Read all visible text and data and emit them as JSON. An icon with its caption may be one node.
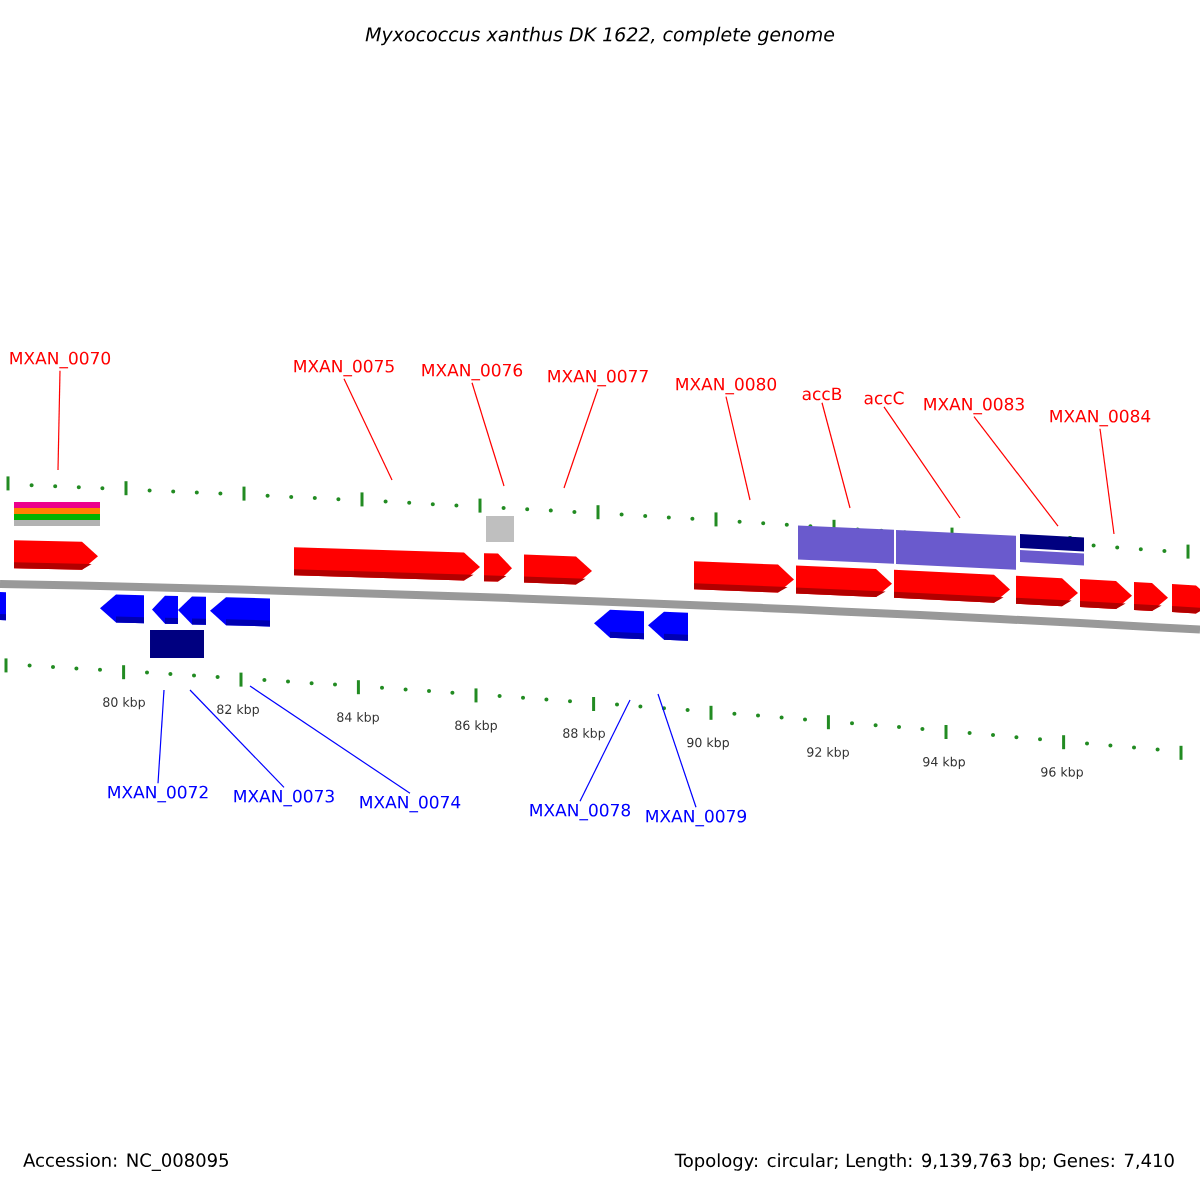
{
  "diagram": {
    "title": "Myxococcus xanthus DK 1622, complete genome",
    "nodes": [
      {
        "text": [
          "MXAN_0070"
        ]
      },
      {
        "text": [
          "MXAN_0075"
        ]
      },
      {
        "text": [
          "MXAN_0076"
        ]
      },
      {
        "text": [
          "MXAN_0077"
        ]
      },
      {
        "text": [
          "MXAN_0080"
        ]
      },
      {
        "text": [
          "accB"
        ]
      },
      {
        "text": [
          "accC"
        ]
      },
      {
        "text": [
          "MXAN_0083"
        ]
      },
      {
        "text": [
          "MXAN_0084"
        ]
      },
      {
        "text": [
          "MXAN_0072"
        ]
      },
      {
        "text": [
          "MXAN_0073"
        ]
      },
      {
        "text": [
          "MXAN_0074"
        ]
      },
      {
        "text": [
          "MXAN_0078"
        ]
      },
      {
        "text": [
          "MXAN_0079"
        ]
      }
    ],
    "edges": [
      {
        "from": 0,
        "to": null,
        "arrow": "none"
      },
      {
        "from": 1,
        "to": null,
        "arrow": "none"
      },
      {
        "from": 2,
        "to": null,
        "arrow": "none"
      },
      {
        "from": 3,
        "to": null,
        "arrow": "none"
      },
      {
        "from": 4,
        "to": null,
        "arrow": "none"
      },
      {
        "from": 5,
        "to": null,
        "arrow": "none"
      },
      {
        "from": 6,
        "to": null,
        "arrow": "none"
      },
      {
        "from": 7,
        "to": null,
        "arrow": "none"
      },
      {
        "from": 8,
        "to": null,
        "arrow": "none"
      },
      {
        "from": 9,
        "to": null,
        "arrow": "none",
        "color": "#0000ff"
      },
      {
        "from": 10,
        "to": null,
        "arrow": "none",
        "color": "#0000ff"
      },
      {
        "from": 11,
        "to": null,
        "arrow": "none",
        "color": "#0000ff"
      },
      {
        "from": 12,
        "to": null,
        "arrow": "none",
        "color": "#0000ff"
      },
      {
        "from": 13,
        "to": null,
        "arrow": "none",
        "color": "#0000ff"
      }
    ],
    "labels": [
      "80 kbp",
      "82 kbp",
      "84 kbp",
      "86 kbp",
      "88 kbp",
      "90 kbp",
      "92 kbp",
      "94 kbp",
      "96 kbp",
      "Accession: NC_008095",
      "Topology: circular; Length: 9,139,763 bp; Genes: 7,410"
    ]
  }
}
